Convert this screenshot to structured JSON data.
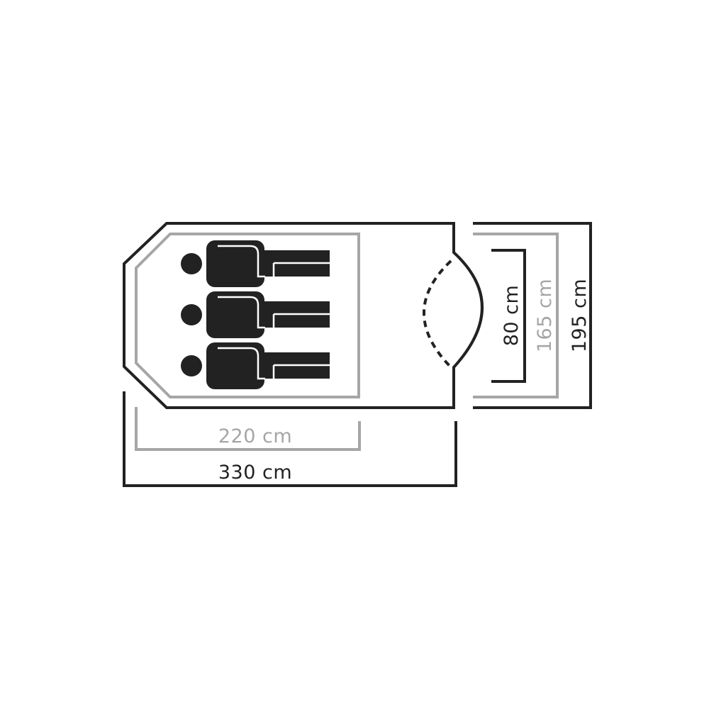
{
  "colors": {
    "outline": "#222222",
    "inner": "#a6a6a6",
    "background": "#ffffff"
  },
  "dimensions": {
    "total_length": "330 cm",
    "inner_length": "220 cm",
    "total_width": "195 cm",
    "inner_width": "165 cm",
    "vestibule_depth": "80 cm"
  },
  "sleepers": [
    {
      "icon": "sleeper-icon"
    },
    {
      "icon": "sleeper-icon"
    },
    {
      "icon": "sleeper-icon"
    }
  ]
}
